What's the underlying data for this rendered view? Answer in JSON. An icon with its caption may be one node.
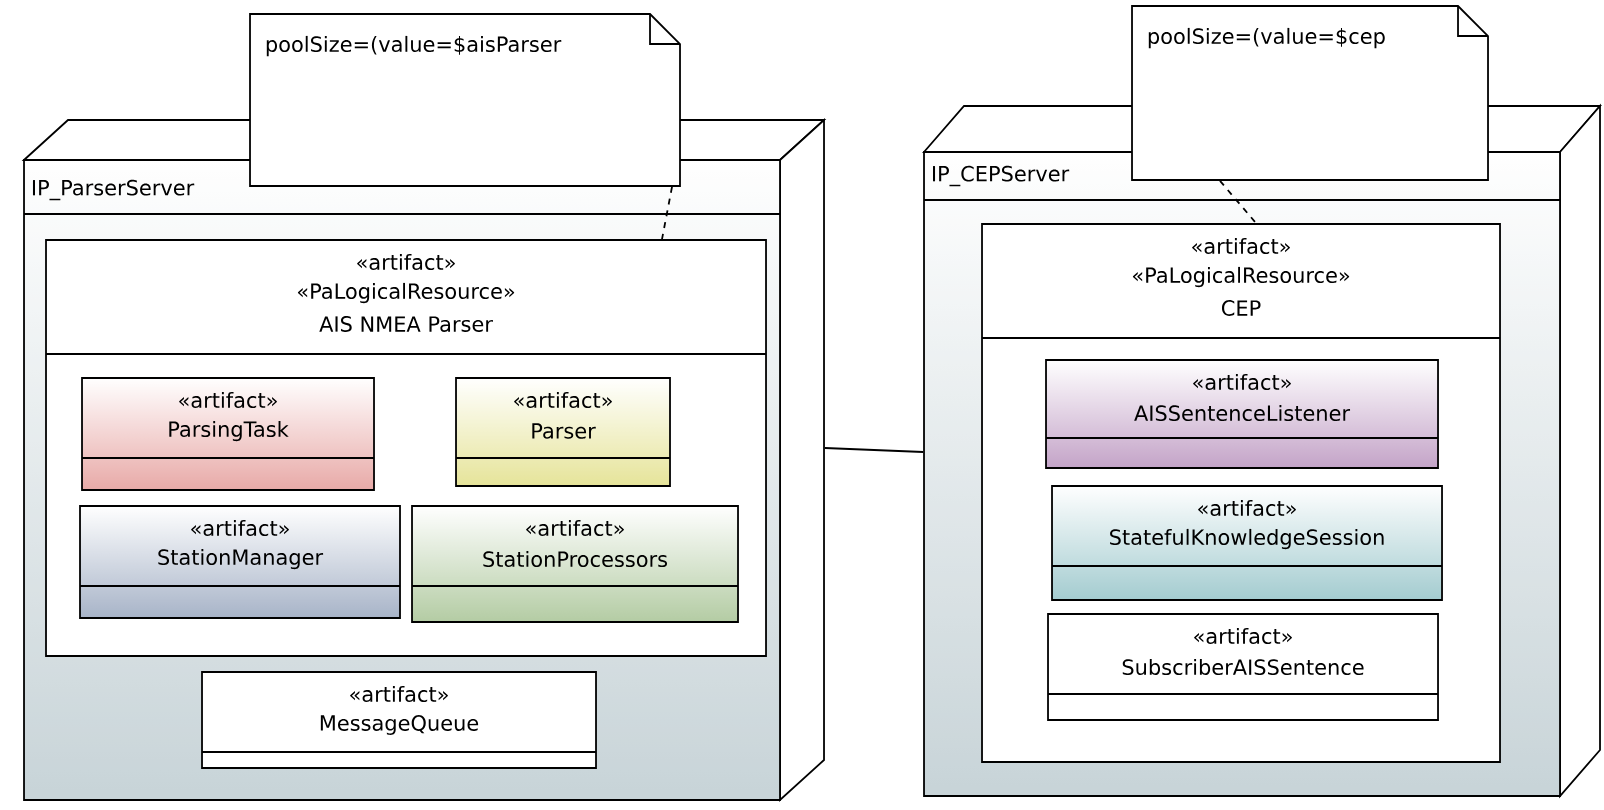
{
  "diagram": {
    "nodes": [
      {
        "text": [
          "IP_ParserServer"
        ]
      },
      {
        "text": [
          "«artifact»",
          "«PaLogicalResource»",
          "AIS NMEA Parser"
        ],
        "in": 0
      },
      {
        "text": [
          "«artifact»",
          "ParsingTask"
        ],
        "in": 1
      },
      {
        "text": [
          "«artifact»",
          "Parser"
        ],
        "in": 1
      },
      {
        "text": [
          "«artifact»",
          "StationManager"
        ],
        "in": 1
      },
      {
        "text": [
          "«artifact»",
          "StationProcessors"
        ],
        "in": 1
      },
      {
        "text": [
          "«artifact»",
          "MessageQueue"
        ],
        "in": 0
      },
      {
        "text": [
          "poolSize=(value=$aisParser"
        ]
      },
      {
        "text": [
          "IP_CEPServer"
        ]
      },
      {
        "text": [
          "«artifact»",
          "«PaLogicalResource»",
          "CEP"
        ],
        "in": 8
      },
      {
        "text": [
          "«artifact»",
          "AISSentenceListener"
        ],
        "in": 9
      },
      {
        "text": [
          "«artifact»",
          "StatefulKnowledgeSession"
        ],
        "in": 9
      },
      {
        "text": [
          "«artifact»",
          "SubscriberAISSentence"
        ],
        "in": 9
      },
      {
        "text": [
          "poolSize=(value=$cep"
        ]
      }
    ],
    "edges": [
      {
        "from": 7,
        "to": 1,
        "arrow": "none",
        "style": "dashed"
      },
      {
        "from": 13,
        "to": 9,
        "arrow": "none",
        "style": "dashed"
      },
      {
        "from": 0,
        "to": 8,
        "arrow": "none"
      }
    ]
  }
}
